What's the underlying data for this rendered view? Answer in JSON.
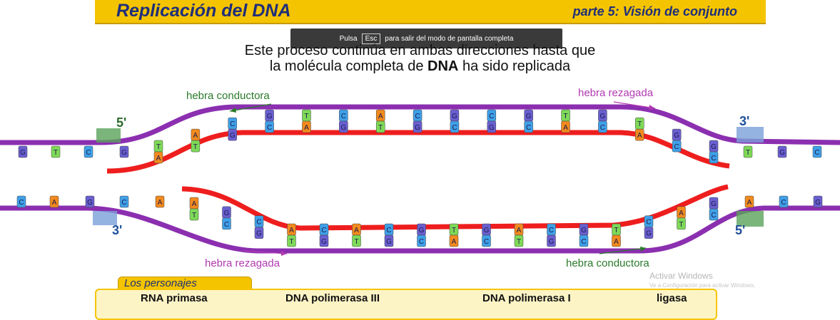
{
  "header": {
    "title": "Replicación del DNA",
    "part": "parte 5: Visión de conjunto"
  },
  "fullscreen_toast": {
    "before": "Pulsa",
    "key": "Esc",
    "after": "para salir del modo de pantalla completa"
  },
  "description": {
    "line1": "Este proceso continúa en ambas direcciones hasta que",
    "line2_prefix": "la molécula completa de ",
    "line2_bold": "DNA",
    "line2_suffix": " ha sido replicada"
  },
  "labels": {
    "top_left": "hebra conductora",
    "top_right": "hebra rezagada",
    "bottom_left": "hebra rezagada",
    "bottom_right": "hebra conductora",
    "five_prime": "5'",
    "three_prime": "3'"
  },
  "bases": {
    "top_left": [
      "G",
      "T",
      "C",
      "G"
    ],
    "top_bubble": [
      {
        "top": "T",
        "bottom": "A"
      },
      {
        "top": "A",
        "bottom": "T"
      },
      {
        "top": "C",
        "bottom": "G"
      },
      {
        "top": "G",
        "bottom": "C"
      },
      {
        "top": "T",
        "bottom": "A"
      },
      {
        "top": "C",
        "bottom": "G"
      },
      {
        "top": "A",
        "bottom": "T"
      },
      {
        "top": "C",
        "bottom": "G"
      },
      {
        "top": "G",
        "bottom": "C"
      },
      {
        "top": "C",
        "bottom": "G"
      },
      {
        "top": "G",
        "bottom": "C"
      },
      {
        "top": "T",
        "bottom": "A"
      },
      {
        "top": "G",
        "bottom": "C"
      },
      {
        "top": "T",
        "bottom": "A"
      },
      {
        "top": "G",
        "bottom": "C"
      },
      {
        "top": "G",
        "bottom": "C"
      }
    ],
    "top_right": [
      "T",
      "G",
      "C"
    ],
    "bottom_left": [
      "C",
      "A",
      "G",
      "C",
      "A"
    ],
    "bottom_bubble": [
      {
        "top": "A",
        "bottom": "T"
      },
      {
        "top": "G",
        "bottom": "C"
      },
      {
        "top": "C",
        "bottom": "G"
      },
      {
        "top": "A",
        "bottom": "T"
      },
      {
        "top": "C",
        "bottom": "G"
      },
      {
        "top": "A",
        "bottom": "T"
      },
      {
        "top": "C",
        "bottom": "G"
      },
      {
        "top": "G",
        "bottom": "C"
      },
      {
        "top": "T",
        "bottom": "A"
      },
      {
        "top": "G",
        "bottom": "C"
      },
      {
        "top": "A",
        "bottom": "T"
      },
      {
        "top": "C",
        "bottom": "G"
      },
      {
        "top": "G",
        "bottom": "C"
      },
      {
        "top": "T",
        "bottom": "A"
      },
      {
        "top": "C",
        "bottom": "G"
      },
      {
        "top": "A",
        "bottom": "T"
      },
      {
        "top": "G",
        "bottom": "C"
      }
    ],
    "bottom_right": [
      "A",
      "C",
      "G"
    ]
  },
  "base_colors": {
    "A": "#f28a1e",
    "T": "#7ed957",
    "G": "#6a5fd0",
    "C": "#3fa0e8"
  },
  "strand_colors": {
    "parent": "#8b2fb0",
    "new": "#ee1e1e",
    "green_box": "#5aa35a",
    "blue_box": "#7aa0d8"
  },
  "legend": {
    "tab": "Los personajes",
    "items": [
      {
        "label": "RNA primasa",
        "icon": "orange-ball-icon"
      },
      {
        "label": "DNA polimerasa III",
        "icon": "purple-ball-icon"
      },
      {
        "label": "DNA polimerasa I",
        "icon": "green-star-icon"
      },
      {
        "label": "ligasa",
        "icon": "blue-ball-icon"
      }
    ]
  },
  "watermark": {
    "line1": "Activar Windows",
    "line2": "Ve a Configuración para activar Windows."
  }
}
